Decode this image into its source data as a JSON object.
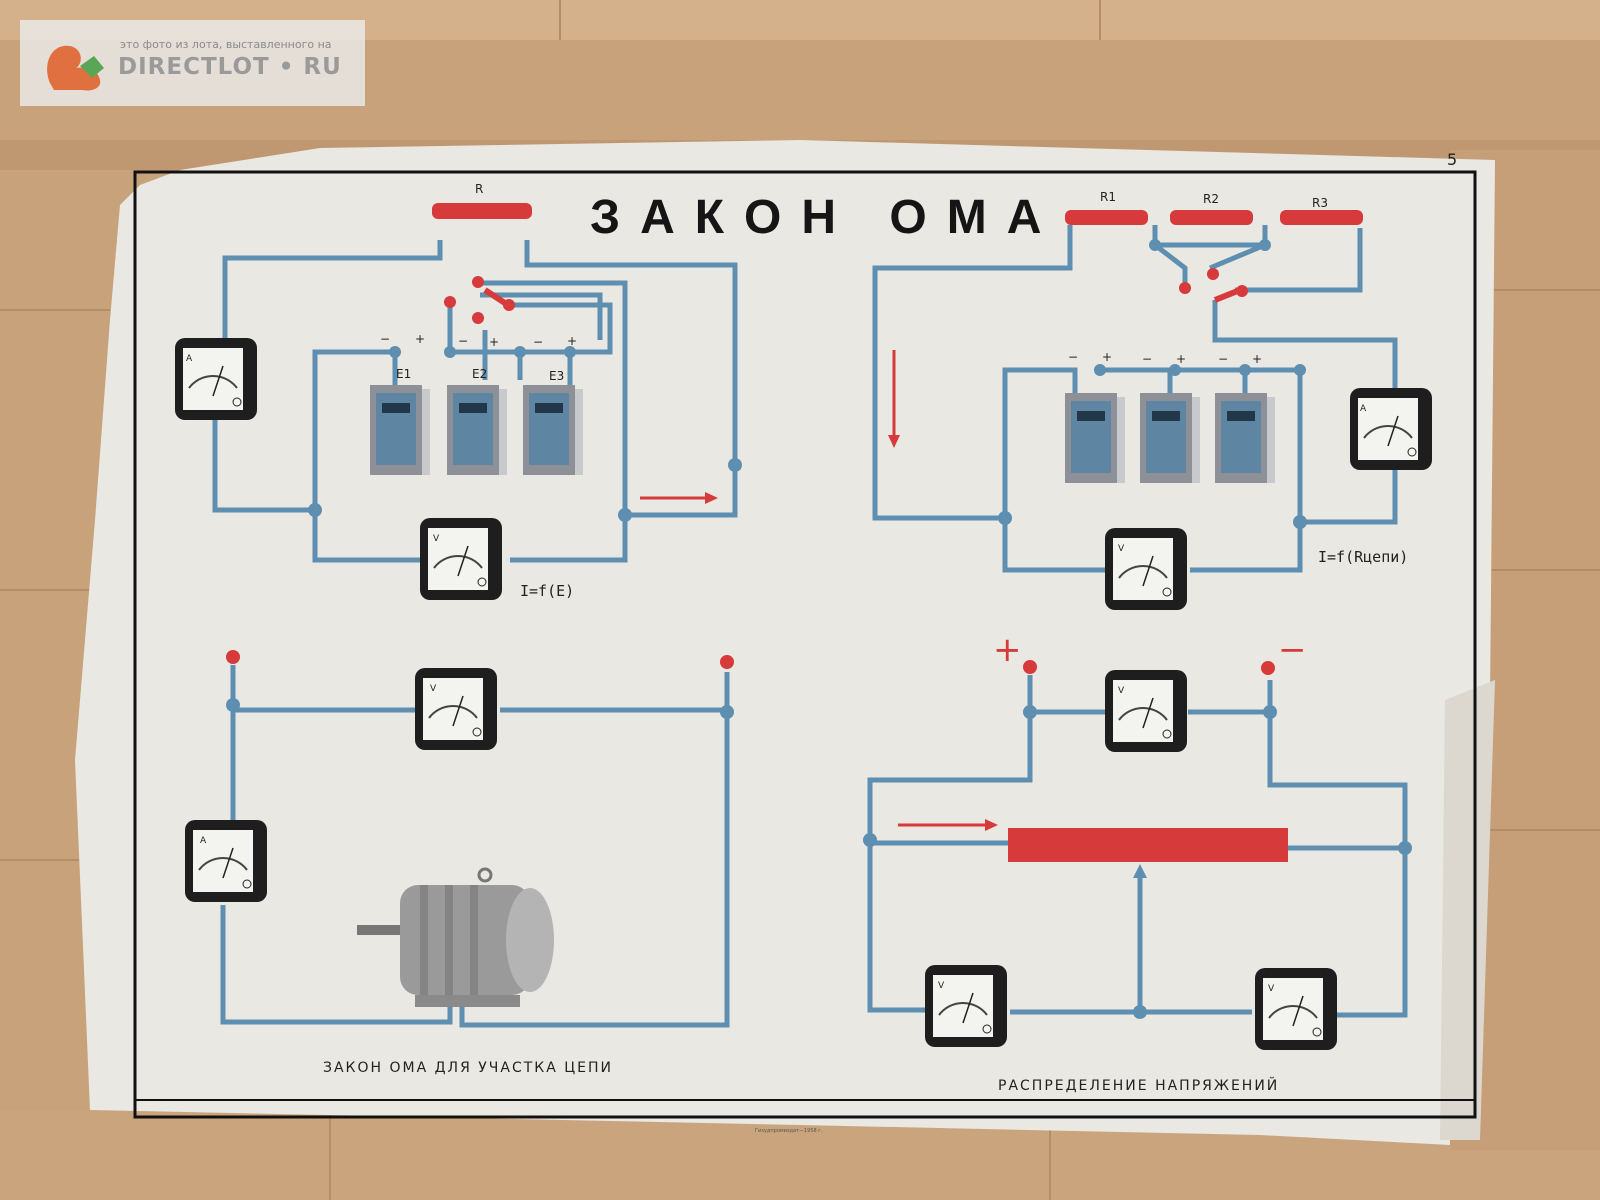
{
  "watermark": {
    "caption": "это фото из лота, выставленного на",
    "brand": "DIRECTLOT • RU",
    "logo_icon": "squirrel-logo-icon"
  },
  "poster": {
    "sheet_number": "5",
    "title": "ЗАКОН ОМА",
    "resistor_single": "R",
    "resistors": [
      "R1",
      "R2",
      "R3"
    ],
    "batteries": [
      "E1",
      "E2",
      "E3"
    ],
    "ammeter_symbol": "A",
    "voltmeter_symbol": "V",
    "formula_left": "I=f(E)",
    "formula_right": "I=f(Rцепи)",
    "plus_sign": "+",
    "minus_sign": "−",
    "caption_left": "ЗАКОН ОМА ДЛЯ УЧАСТКА ЦЕПИ",
    "caption_right": "РАСПРЕДЕЛЕНИЕ НАПРЯЖЕНИЙ",
    "publisher": "Гизудпромиздат—1958 г."
  },
  "colors": {
    "wire": "#5e8fb0",
    "accent_red": "#d63a3a",
    "poster_bg": "#ecebe7",
    "floor": "#c9a57f"
  }
}
